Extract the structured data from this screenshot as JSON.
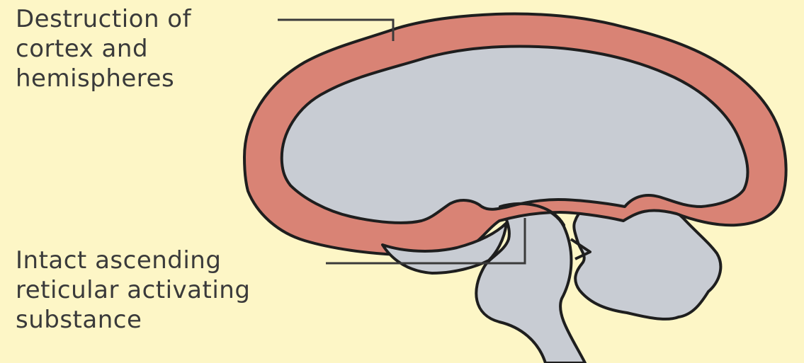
{
  "labels": {
    "destruction": [
      "Destruction of",
      "cortex and",
      "hemispheres"
    ],
    "intact": [
      "Intact ascending",
      "reticular activating",
      "substance"
    ]
  },
  "colors": {
    "background": "#fdf6c6",
    "cortex": "#d98375",
    "brain_interior": "#c8ccd3",
    "outline": "#1e1e1e"
  }
}
